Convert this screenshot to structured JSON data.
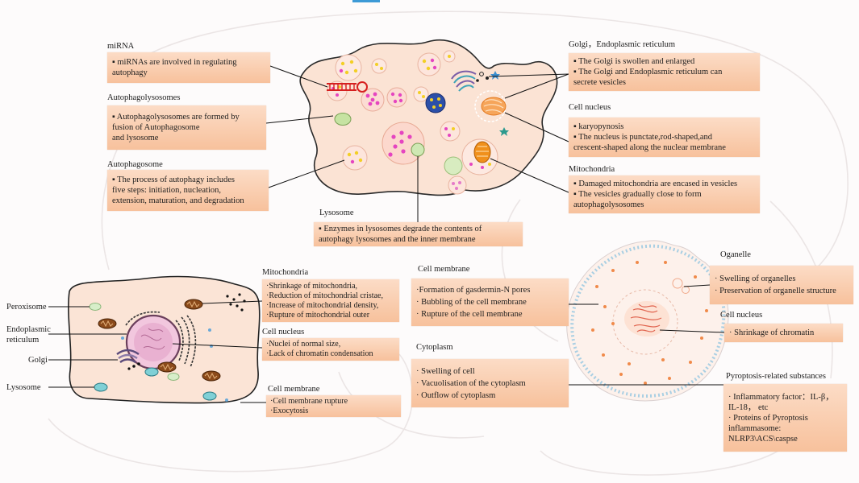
{
  "colors": {
    "box_top": "#fcdcc6",
    "box_bottom": "#f7c19c",
    "cell_fill": "#fbe3d4",
    "membrane_stroke": "#2a2a2a",
    "granule_yellow": "#f3cf25",
    "granule_magenta": "#e545c0",
    "mitochondria_brown": "#8b4a1a",
    "lysosome_teal": "#7fd0d6"
  },
  "top_cell": {
    "mirna": {
      "heading": "miRNA",
      "lines": [
        "▪  miRNAs are involved in regulating",
        "autophagy"
      ]
    },
    "autophagolysosomes": {
      "heading": "Autophagolysosomes",
      "lines": [
        "▪  Autophagolysosomes are formed by",
        "fusion of Autophagosome",
        "and lysosome"
      ]
    },
    "autophagosome": {
      "heading": "Autophagosome",
      "lines": [
        "▪  The process of autophagy includes",
        "five steps: initiation, nucleation,",
        "extension, maturation, and degradation"
      ]
    },
    "lysosome": {
      "heading": "Lysosome",
      "lines": [
        "▪  Enzymes in lysosomes degrade the contents of",
        "autophagy lysosomes and the inner membrane"
      ]
    },
    "golgi_er": {
      "heading": "Golgi，Endoplasmic reticulum",
      "lines": [
        "▪  The Golgi is swollen and enlarged",
        "▪  The Golgi and Endoplasmic reticulum can",
        "secrete vesicles"
      ]
    },
    "cell_nucleus": {
      "heading": "Cell nucleus",
      "lines": [
        "▪  karyopynosis",
        "▪  The nucleus is punctate,rod-shaped,and",
        "crescent-shaped along the nuclear membrane"
      ]
    },
    "mitochondria": {
      "heading": "Mitochondria",
      "lines": [
        "▪  Damaged mitochondria are encased in vesicles",
        "▪  The vesicles gradually close to form",
        "autophagolysosomes"
      ]
    }
  },
  "left_cell": {
    "labels": {
      "peroxisome": "Peroxisome",
      "endoplasmic_reticulum": [
        "Endoplasmic",
        "reticulum"
      ],
      "golgi": "Golgi",
      "lysosome": "Lysosome"
    },
    "mitochondria": {
      "heading": "Mitochondria",
      "lines": [
        "·Shrinkage of mitochondria,",
        "·Reduction of mitochondrial cristae,",
        "·Increase of mitochondrial density,",
        "·Rupture of mitochondrial outer"
      ]
    },
    "cell_nucleus": {
      "heading": "Cell nucleus",
      "lines": [
        "·Nuclei of normal size,",
        "·Lack of chromatin condensation"
      ]
    },
    "cell_membrane": {
      "heading": "Cell membrane",
      "lines": [
        "·Cell membrane rupture",
        "·Exocytosis"
      ]
    }
  },
  "middle": {
    "cell_membrane": {
      "heading": "Cell membrane",
      "lines": [
        "·Formation of gasdermin-N pores",
        "· Bubbling of the cell membrane",
        "· Rupture of the cell membrane"
      ]
    },
    "cytoplasm": {
      "heading": "Cytoplasm",
      "lines": [
        "· Swelling of cell",
        "· Vacuolisation of the cytoplasm",
        "· Outflow of cytoplasm"
      ]
    }
  },
  "right_cell": {
    "organelle": {
      "heading": "Oganelle",
      "lines": [
        "· Swelling of organelles",
        "· Preservation of organelle structure"
      ]
    },
    "cell_nucleus": {
      "heading": "Cell nucleus",
      "lines": [
        "· Shrinkage of chromatin"
      ]
    },
    "substances": {
      "heading": "Pyroptosis-related substances",
      "lines": [
        "· Inflammatory factor：IL-β，",
        "IL-18， etc",
        "· Proteins of Pyroptosis",
        "inflammasome:",
        "NLRP3\\ACS\\caspse"
      ]
    }
  }
}
